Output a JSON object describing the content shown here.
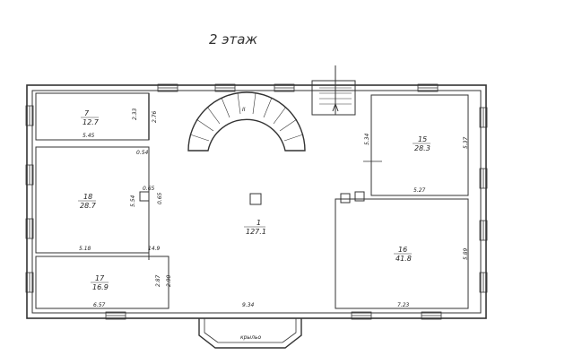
{
  "title": "2 этаж",
  "rooms": [
    {
      "id": "r7",
      "number": "7",
      "area": "12.7"
    },
    {
      "id": "r1",
      "number": "1",
      "area": "127.1"
    },
    {
      "id": "r15",
      "number": "15",
      "area": "28.3"
    },
    {
      "id": "r18",
      "number": "18",
      "area": "28.7"
    },
    {
      "id": "r16",
      "number": "16",
      "area": "41.8"
    },
    {
      "id": "r17",
      "number": "17",
      "area": "16.9"
    }
  ],
  "dimensions": [
    {
      "id": "d1",
      "text": "5.45"
    },
    {
      "id": "d2",
      "text": "2.33"
    },
    {
      "id": "d3",
      "text": "2.76"
    },
    {
      "id": "d4",
      "text": "0.54"
    },
    {
      "id": "d5",
      "text": "5.34"
    },
    {
      "id": "d6",
      "text": "5.37"
    },
    {
      "id": "d7",
      "text": "5.27"
    },
    {
      "id": "d8",
      "text": "0.65"
    },
    {
      "id": "d9",
      "text": "0.65"
    },
    {
      "id": "d10",
      "text": "5.54"
    },
    {
      "id": "d11",
      "text": "5.18"
    },
    {
      "id": "d12",
      "text": "14.9"
    },
    {
      "id": "d13",
      "text": "5.89"
    },
    {
      "id": "d14",
      "text": "2.87"
    },
    {
      "id": "d15",
      "text": "2.90"
    },
    {
      "id": "d16",
      "text": "6.57"
    },
    {
      "id": "d17",
      "text": "9.34"
    },
    {
      "id": "d18",
      "text": "7.23"
    }
  ],
  "stair_mark": "II",
  "porch_label": "крыльо"
}
